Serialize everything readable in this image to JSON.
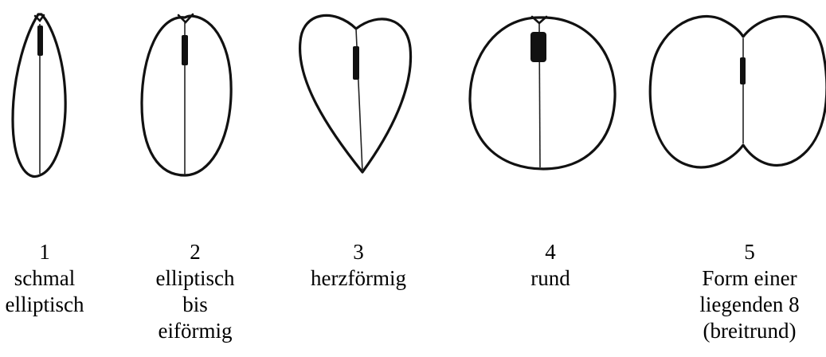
{
  "figure": {
    "shapes": [
      {
        "number": "1",
        "label_lines": [
          "schmal",
          "elliptisch"
        ]
      },
      {
        "number": "2",
        "label_lines": [
          "elliptisch",
          "bis",
          "eiförmig"
        ]
      },
      {
        "number": "3",
        "label_lines": [
          "herzförmig"
        ]
      },
      {
        "number": "4",
        "label_lines": [
          "rund"
        ]
      },
      {
        "number": "5",
        "label_lines": [
          "Form einer",
          "liegenden 8",
          "(breitrund)"
        ]
      }
    ]
  }
}
